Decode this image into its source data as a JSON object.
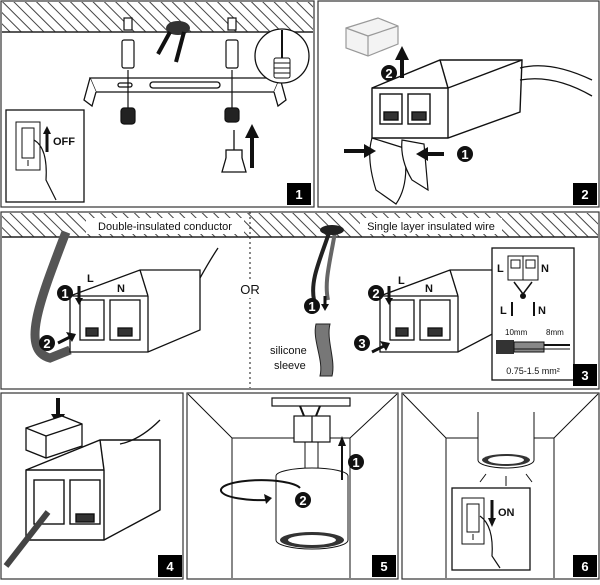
{
  "panels": [
    {
      "number": "1",
      "switch_label": "OFF"
    },
    {
      "number": "2"
    },
    {
      "number": "3",
      "left_title": "Double-insulated conductor",
      "or_label": "OR",
      "right_title": "Single layer insulated wire",
      "terminal_L": "L",
      "terminal_N": "N",
      "sleeve_label_line1": "silicone",
      "sleeve_label_line2": "sleeve",
      "strip_long": "10mm",
      "strip_short": "8mm",
      "wire_range": "0.75-1.5 mm²"
    },
    {
      "number": "4"
    },
    {
      "number": "5"
    },
    {
      "number": "6",
      "switch_label": "ON"
    }
  ],
  "callouts": [
    "1",
    "2",
    "3"
  ]
}
